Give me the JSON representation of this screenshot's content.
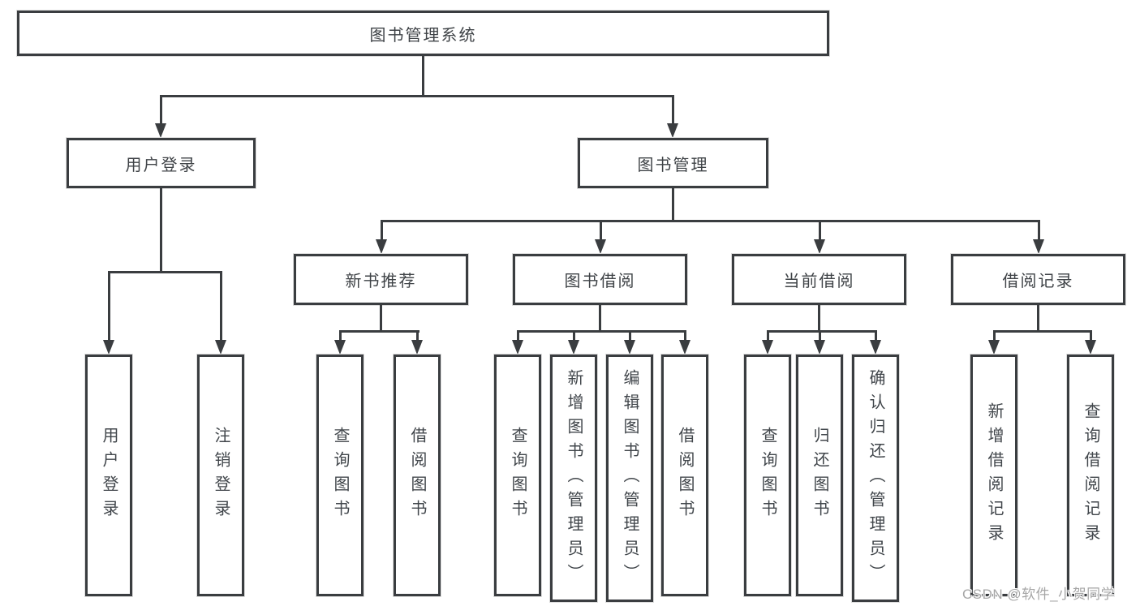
{
  "tree": {
    "root": {
      "label": "图书管理系统"
    },
    "branches": [
      {
        "label": "用户登录",
        "leaves": [
          {
            "label": "用户登录"
          },
          {
            "label": "注销登录"
          }
        ]
      },
      {
        "label": "图书管理",
        "groups": [
          {
            "label": "新书推荐",
            "leaves": [
              {
                "label": "查询图书"
              },
              {
                "label": "借阅图书"
              }
            ]
          },
          {
            "label": "图书借阅",
            "leaves": [
              {
                "label": "查询图书"
              },
              {
                "label": "新增图书（管理员）"
              },
              {
                "label": "编辑图书（管理员）"
              },
              {
                "label": "借阅图书"
              }
            ]
          },
          {
            "label": "当前借阅",
            "leaves": [
              {
                "label": "查询图书"
              },
              {
                "label": "归还图书"
              },
              {
                "label": "确认归还（管理员）"
              }
            ]
          },
          {
            "label": "借阅记录",
            "leaves": [
              {
                "label": "新增借阅记录"
              },
              {
                "label": "查询借阅记录"
              }
            ]
          }
        ]
      }
    ]
  },
  "colors": {
    "line": "#3a3d40",
    "text": "#41464b",
    "watermark": "#a6a6a6",
    "background": "#ffffff"
  },
  "watermark": {
    "text": "CSDN @软件_小贺同学"
  }
}
